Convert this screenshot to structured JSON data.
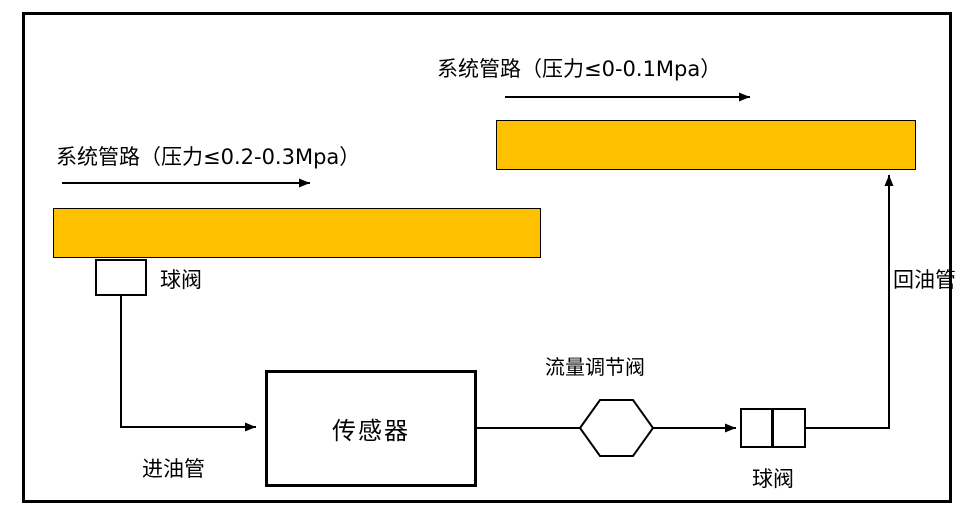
{
  "diagram": {
    "top_pipe_label": "系统管路（压力≤0-0.1Mpa）",
    "left_pipe_label": "系统管路（压力≤0.2-0.3Mpa）",
    "ball_valve_top_label": "球阀",
    "sensor_label": "传感器",
    "inlet_pipe_label": "进油管",
    "flow_valve_label": "流量调节阀",
    "ball_valve_bottom_label": "球阀",
    "return_pipe_label": "回油管",
    "colors": {
      "pipe_fill": "#FFC000",
      "line": "#000000",
      "background": "#FFFFFF"
    }
  }
}
